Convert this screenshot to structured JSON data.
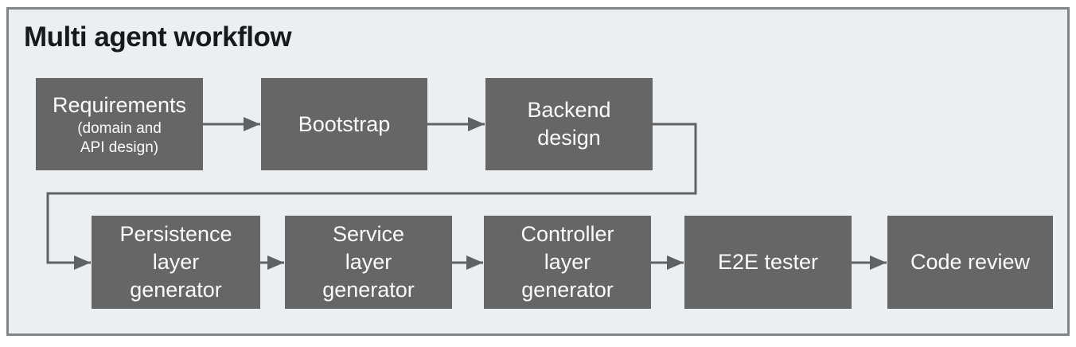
{
  "title": "Multi agent workflow",
  "colors": {
    "background": "#eceff1",
    "frame_border": "#828588",
    "title_text": "#17191c",
    "node_fill": "#666666",
    "node_text": "#fbfbfb",
    "connector": "#5f6163"
  },
  "nodes": {
    "requirements": {
      "label_lines": [
        "Requirements"
      ],
      "sublabel_lines": [
        "(domain and",
        "API design)"
      ]
    },
    "bootstrap": {
      "label_lines": [
        "Bootstrap"
      ]
    },
    "backend_design": {
      "label_lines": [
        "Backend",
        "design"
      ]
    },
    "persistence_layer_generator": {
      "label_lines": [
        "Persistence",
        "layer",
        "generator"
      ]
    },
    "service_layer_generator": {
      "label_lines": [
        "Service",
        "layer",
        "generator"
      ]
    },
    "controller_layer_generator": {
      "label_lines": [
        "Controller",
        "layer",
        "generator"
      ]
    },
    "e2e_tester": {
      "label_lines": [
        "E2E tester"
      ]
    },
    "code_review": {
      "label_lines": [
        "Code review"
      ]
    }
  },
  "edges": [
    {
      "from": "requirements",
      "to": "bootstrap"
    },
    {
      "from": "bootstrap",
      "to": "backend_design"
    },
    {
      "from": "backend_design",
      "to": "persistence_layer_generator"
    },
    {
      "from": "persistence_layer_generator",
      "to": "service_layer_generator"
    },
    {
      "from": "service_layer_generator",
      "to": "controller_layer_generator"
    },
    {
      "from": "controller_layer_generator",
      "to": "e2e_tester"
    },
    {
      "from": "e2e_tester",
      "to": "code_review"
    }
  ]
}
